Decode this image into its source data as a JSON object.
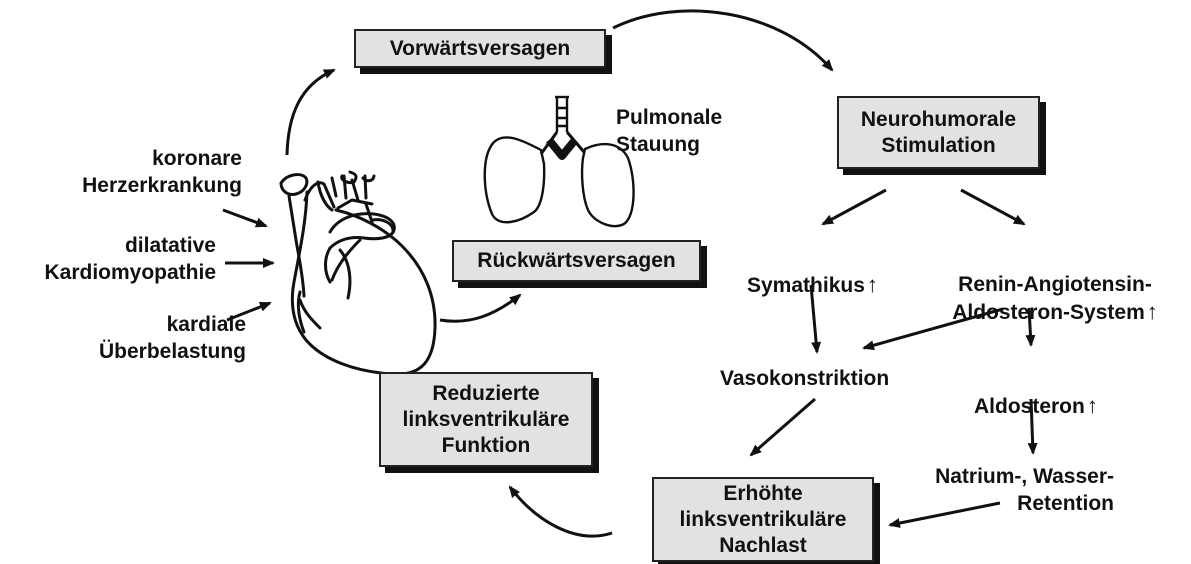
{
  "boxes": {
    "forward_failure": "Vorwärtsversagen",
    "neurohumoral": "Neurohumorale\nStimulation",
    "backward_failure": "Rückwärtsversagen",
    "reduced_lv_function": "Reduzierte\nlinksventrikuläre\nFunktion",
    "increased_afterload": "Erhöhte\nlinksventrikuläre\nNachlast"
  },
  "labels": {
    "pulmonary_congestion": "Pulmonale\nStauung",
    "coronary": "koronare\nHerzerkrankung",
    "dilated_cm": "dilatative\nKardiomyopathie",
    "cardiac_overload": "kardiale\nÜberbelastung",
    "sympathetic": "Symathikus",
    "raas": "Renin-Angiotensin-\nAldosteron-System",
    "vasoconstriction": "Vasokonstriktion",
    "aldosterone": "Aldosteron",
    "sodium_water": "Natrium-, Wasser-\nRetention"
  },
  "symbols": {
    "increase_arrow": "↑"
  }
}
